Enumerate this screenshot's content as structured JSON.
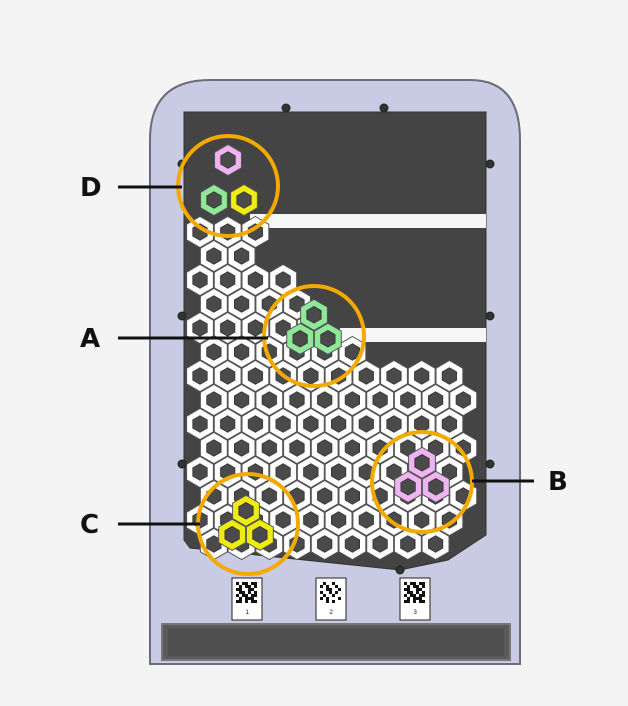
{
  "colors": {
    "background": "#f4f4f4",
    "frame": "#c9cbe4",
    "frame_edge": "#6a6c78",
    "board": "#444444",
    "slot": "#f6f6f6",
    "tile_white": "#ffffff",
    "tile_green": "#8fe89a",
    "tile_yellow": "#f0ec10",
    "tile_pink": "#f0b4f2",
    "hole": "#4a4a4a",
    "circle": "#f2a900",
    "line": "#111111"
  },
  "labels": {
    "A": "A",
    "B": "B",
    "C": "C",
    "D": "D"
  },
  "markers": [
    {
      "number": "1",
      "icon": "qr-code-icon"
    },
    {
      "number": "2",
      "icon": "qr-code-icon"
    },
    {
      "number": "3",
      "icon": "qr-code-icon"
    }
  ]
}
